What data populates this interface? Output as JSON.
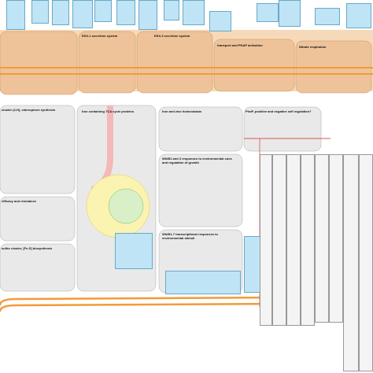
{
  "panels": {
    "esx1": "ESX-1 secretion system",
    "esx3": "ESX-3 secretion system",
    "transport": "transport and PNAP activation",
    "nitrate": "Nitrate respiration",
    "iron_containing_tca": "Iron containing TCA cycle proteins",
    "iron_zinc": "Iron and zinc homeostasis",
    "phoP": "PhoP, positive and negative self regulation?",
    "whib": "WhiB1 and 3 responses to environmental cues and regulation of growth",
    "whib2": "WhiB1-7 transcriptional responses to environmental stimuli",
    "efficacy": "efficacy and resistance",
    "iron_sulfur": "sulfur cluster, [Fe-S] biosynthesis",
    "cluster": "cluster (4-H), siderophore synthesis"
  },
  "colors": {
    "orange_band": "#f2c9a0",
    "orange_line": "#f39a3a",
    "red_line": "#d9534f",
    "note_blue": "#bfe4f5",
    "panel_gray": "#e6e6e6",
    "pink_tube": "#f4b8b8",
    "yellow_zone": "#fbf3b0",
    "green_zone": "#d8efc8"
  }
}
